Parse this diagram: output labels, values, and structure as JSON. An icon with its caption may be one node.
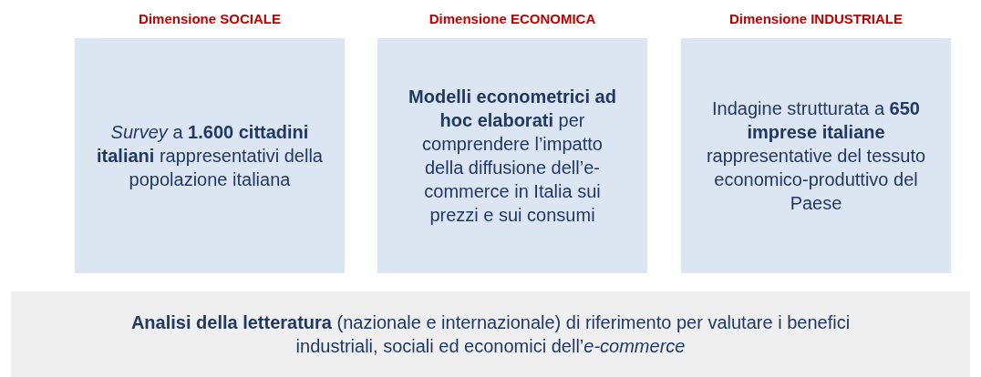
{
  "diagram": {
    "nodes": [
      {
        "text": [
          "Dimensione SOCIALE",
          "*Survey* a **1.600 cittadini italiani** rappresentativi della popolazione italiana"
        ]
      },
      {
        "text": [
          "Dimensione ECONOMICA",
          "**Modelli econometrici ad hoc elaborati** per comprendere l’impatto della diffusione dell’e-commerce in Italia sui prezzi e sui consumi"
        ]
      },
      {
        "text": [
          "Dimensione INDUSTRIALE",
          "Indagine strutturata a **650 imprese italiane** rappresentative del tessuto economico-produttivo del Paese"
        ]
      },
      {
        "text": [
          "**Analisi della letteratura** (nazionale e internazionale) di riferimento per valutare i benefici industriali, sociali ed economici dell’*e-commerce*"
        ]
      }
    ]
  }
}
